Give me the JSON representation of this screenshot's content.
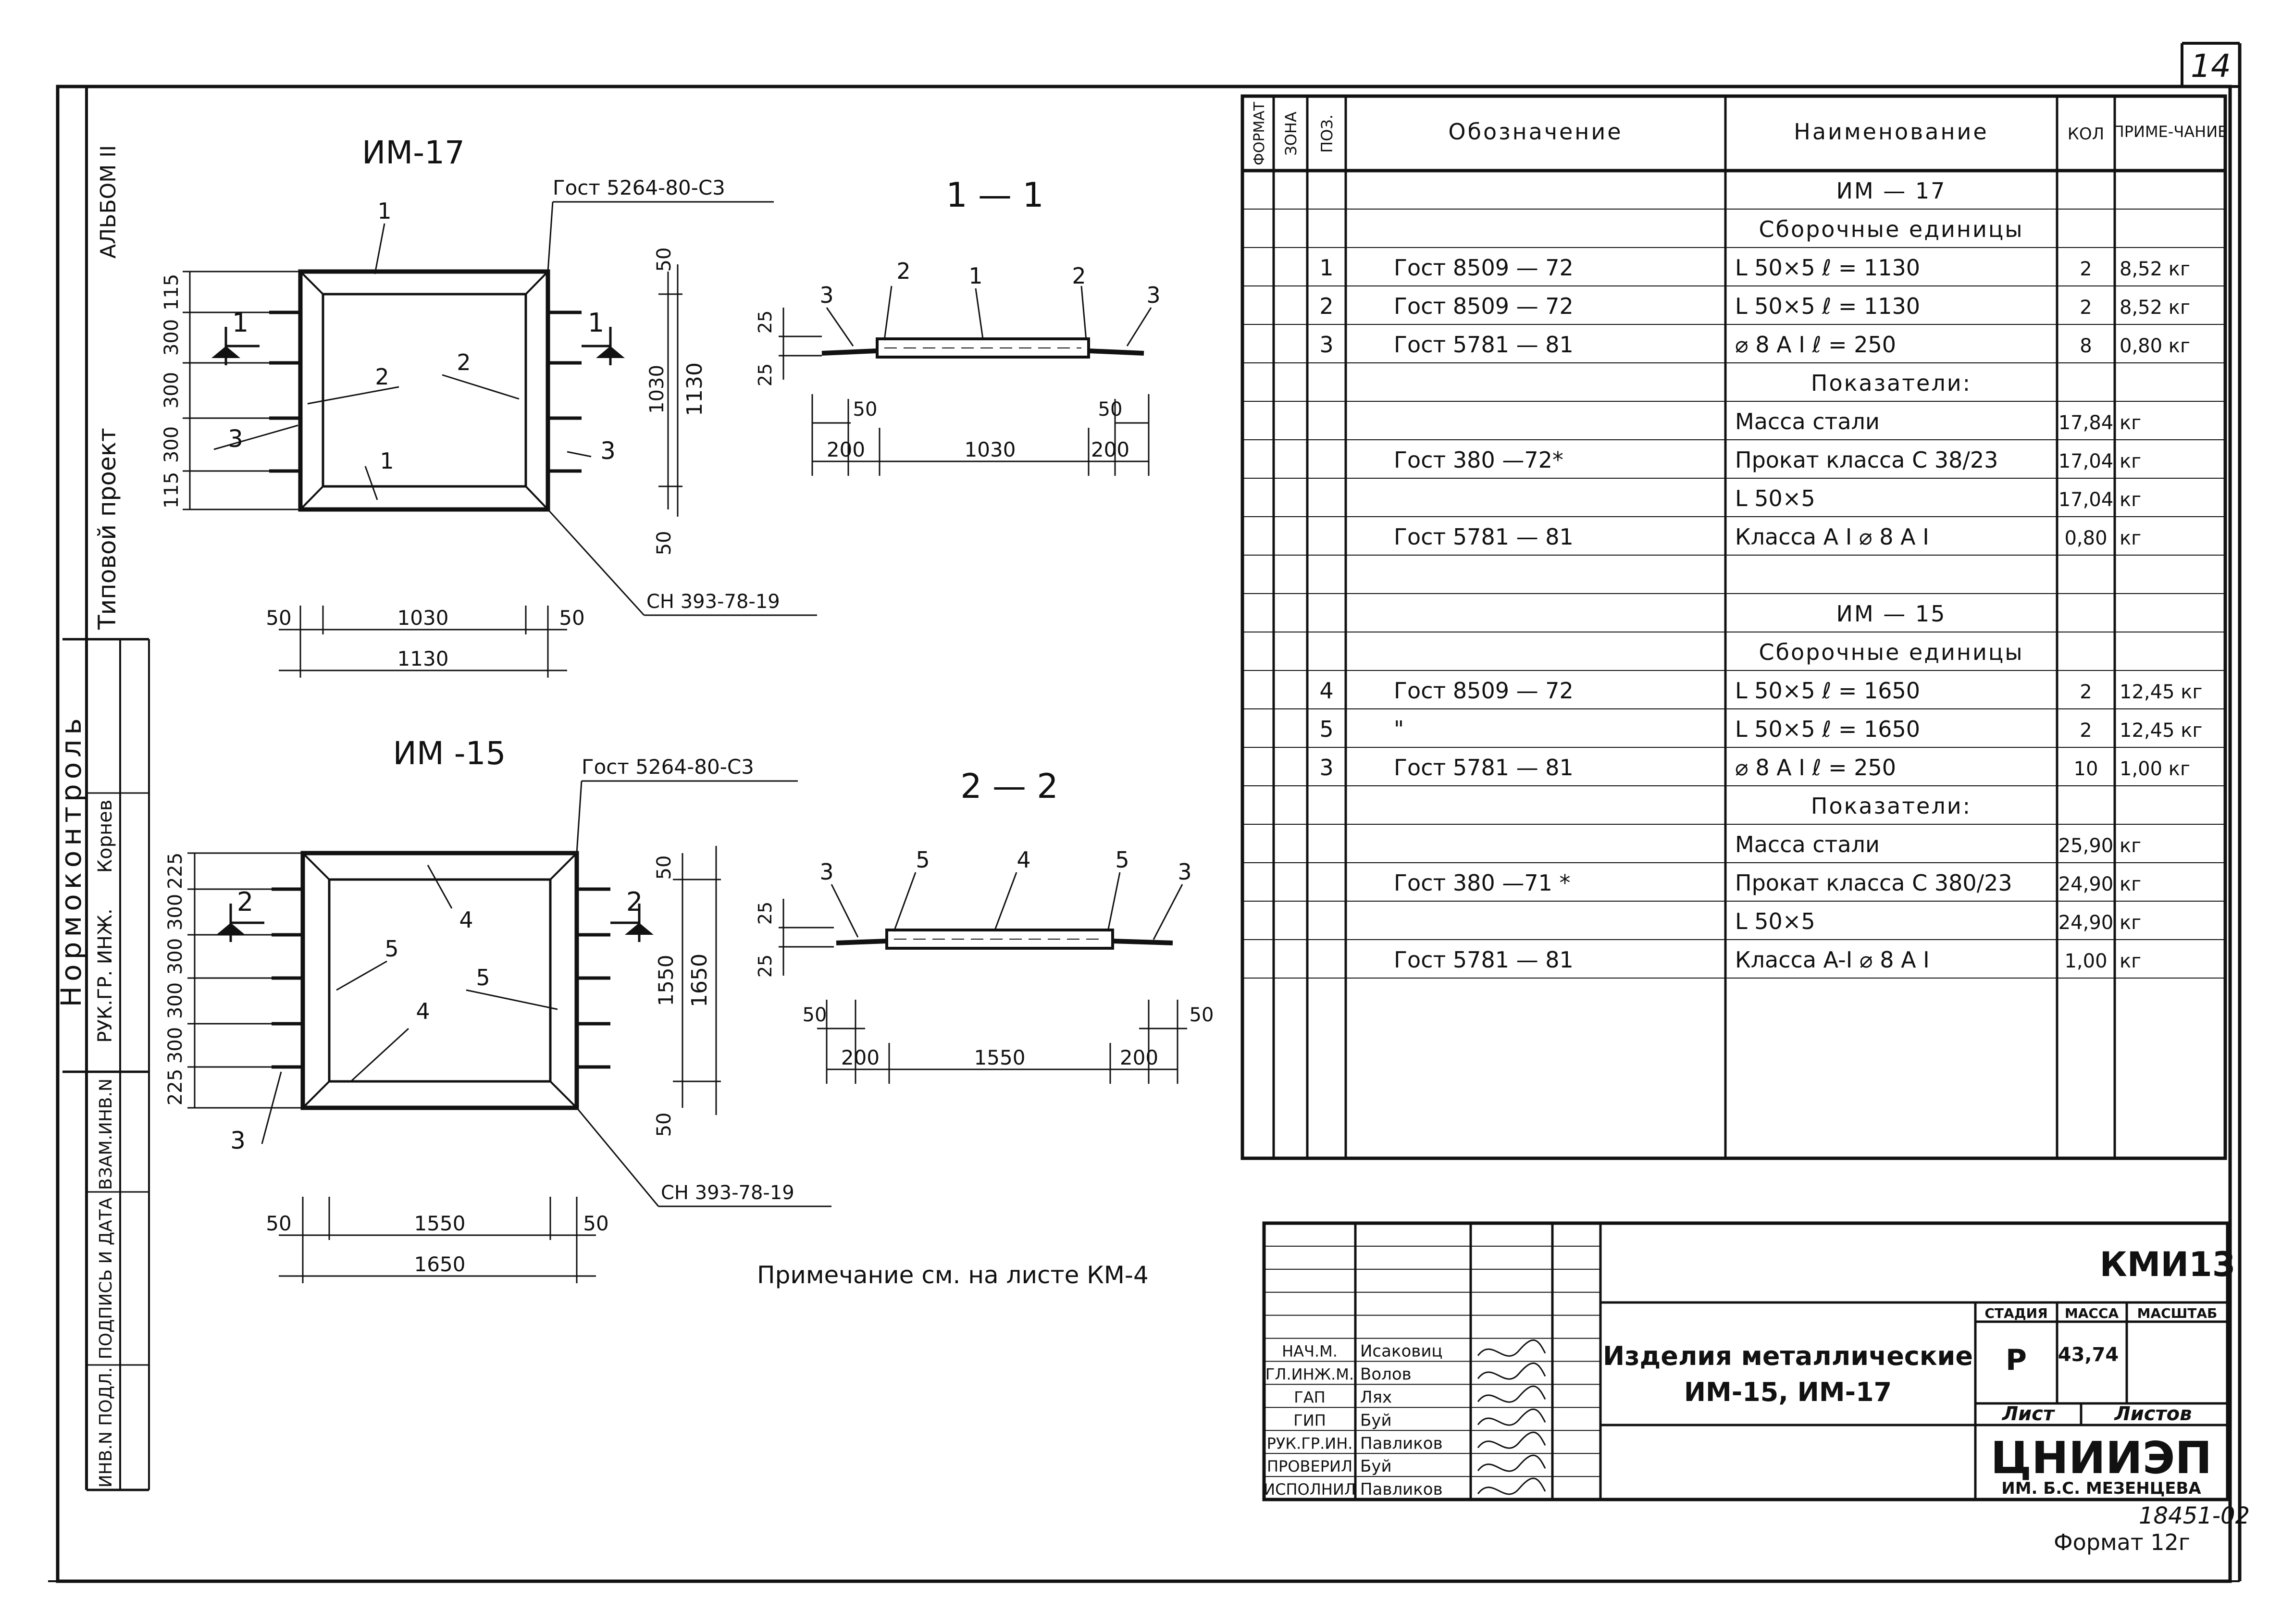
{
  "sheet_number": "14",
  "left_margin": {
    "album": "АЛЬБОМ II",
    "project_type": "Типовой проект",
    "normocontrol": "Нормоконтроль",
    "ruk_role": "РУК.ГР. ИНЖ.",
    "ruk_name": "Корнев",
    "fields": [
      "ВЗАМ.ИНВ.N",
      "ПОДПИСЬ И ДАТА",
      "ИНВ.N ПОДЛ."
    ]
  },
  "drawings": {
    "im17": {
      "title": "ИМ-17",
      "gost_weld": "Гост 5264-80-С3",
      "sn_ref": "СН 393-78-19",
      "left_dims": [
        "115",
        "300",
        "300",
        "300",
        "115"
      ],
      "right_dims": [
        "50",
        "1030",
        "1130",
        "50"
      ],
      "bottom_dims": [
        "50",
        "1030",
        "50",
        "1130"
      ],
      "callouts": [
        "1",
        "1",
        "2",
        "2",
        "3",
        "3",
        "1",
        "1"
      ]
    },
    "sec11": {
      "title": "1 — 1",
      "callouts": [
        "3",
        "2",
        "1",
        "2",
        "3"
      ],
      "dims": [
        "25",
        "25",
        "50",
        "50",
        "200",
        "1030",
        "200"
      ]
    },
    "im15": {
      "title": "ИМ -15",
      "gost_weld": "Гост 5264-80-С3",
      "sn_ref": "СН 393-78-19",
      "left_dims": [
        "225",
        "300",
        "300",
        "300",
        "300",
        "225"
      ],
      "right_dims": [
        "50",
        "1550",
        "1650",
        "50"
      ],
      "bottom_dims": [
        "50",
        "1550",
        "50",
        "1650"
      ],
      "callouts": [
        "4",
        "5",
        "5",
        "4",
        "3",
        "2",
        "2"
      ]
    },
    "sec22": {
      "title": "2 — 2",
      "callouts": [
        "3",
        "5",
        "4",
        "5",
        "3"
      ],
      "dims": [
        "25",
        "25",
        "50",
        "50",
        "200",
        "1550",
        "200"
      ]
    }
  },
  "note": "Примечание см. на листе КМ-4",
  "spec_table": {
    "headers": [
      "ФОРМАТ",
      "ЗОНА",
      "ПОЗ.",
      "Обозначение",
      "Наименование",
      "КОЛ",
      "ПРИМЕ-ЧАНИЕ"
    ],
    "rows": [
      {
        "poz": "",
        "oboz": "",
        "name": "ИМ — 17",
        "kol": "",
        "prim": ""
      },
      {
        "poz": "",
        "oboz": "",
        "name": "Сборочные единицы",
        "kol": "",
        "prim": ""
      },
      {
        "poz": "1",
        "oboz": "Гост 8509 — 72",
        "name": "L 50×5    ℓ = 1130",
        "kol": "2",
        "prim": "8,52 кг"
      },
      {
        "poz": "2",
        "oboz": "Гост 8509 — 72",
        "name": "L 50×5    ℓ = 1130",
        "kol": "2",
        "prim": "8,52 кг"
      },
      {
        "poz": "3",
        "oboz": "Гост 5781 — 81",
        "name": "⌀ 8 A I    ℓ = 250",
        "kol": "8",
        "prim": "0,80 кг"
      },
      {
        "poz": "",
        "oboz": "",
        "name": "Показатели:",
        "kol": "",
        "prim": ""
      },
      {
        "poz": "",
        "oboz": "",
        "name": "Масса стали",
        "kol": "17,84",
        "prim": "кг"
      },
      {
        "poz": "",
        "oboz": "Гост 380 —72*",
        "name": "Прокат класса С 38/23",
        "kol": "17,04",
        "prim": "кг"
      },
      {
        "poz": "",
        "oboz": "",
        "name": "L 50×5",
        "kol": "17,04",
        "prim": "кг"
      },
      {
        "poz": "",
        "oboz": "Гост 5781 — 81",
        "name": "Класса A I  ⌀ 8 A I",
        "kol": "0,80",
        "prim": "кг"
      },
      {
        "poz": "",
        "oboz": "",
        "name": "",
        "kol": "",
        "prim": ""
      },
      {
        "poz": "",
        "oboz": "",
        "name": "ИМ — 15",
        "kol": "",
        "prim": ""
      },
      {
        "poz": "",
        "oboz": "",
        "name": "Сборочные единицы",
        "kol": "",
        "prim": ""
      },
      {
        "poz": "4",
        "oboz": "Гост 8509 — 72",
        "name": "L 50×5    ℓ = 1650",
        "kol": "2",
        "prim": "12,45 кг"
      },
      {
        "poz": "5",
        "oboz": "\"",
        "name": "L 50×5    ℓ = 1650",
        "kol": "2",
        "prim": "12,45 кг"
      },
      {
        "poz": "3",
        "oboz": "Гост 5781 — 81",
        "name": "⌀ 8 A I    ℓ = 250",
        "kol": "10",
        "prim": "1,00 кг"
      },
      {
        "poz": "",
        "oboz": "",
        "name": "Показатели:",
        "kol": "",
        "prim": ""
      },
      {
        "poz": "",
        "oboz": "",
        "name": "Масса стали",
        "kol": "25,90",
        "prim": "кг"
      },
      {
        "poz": "",
        "oboz": "Гост 380 —71 *",
        "name": "Прокат класса С 380/23",
        "kol": "24,90",
        "prim": "кг"
      },
      {
        "poz": "",
        "oboz": "",
        "name": "L 50×5",
        "kol": "24,90",
        "prim": "кг"
      },
      {
        "poz": "",
        "oboz": "Гост 5781 — 81",
        "name": "Класса A-I  ⌀ 8 A I",
        "kol": "1,00",
        "prim": "кг"
      }
    ]
  },
  "title_block": {
    "code": "КМИ13",
    "people": [
      {
        "role": "НАЧ.М.",
        "name": "Исаковиц"
      },
      {
        "role": "ГЛ.ИНЖ.М.",
        "name": "Волов"
      },
      {
        "role": "ГАП",
        "name": "Лях"
      },
      {
        "role": "ГИП",
        "name": "Буй"
      },
      {
        "role": "РУК.ГР.ИН.",
        "name": "Павликов"
      },
      {
        "role": "ПРОВЕРИЛ",
        "name": "Буй"
      },
      {
        "role": "ИСПОЛНИЛ",
        "name": "Павликов"
      }
    ],
    "title_line1": "Изделия металлические",
    "title_line2": "ИМ-15, ИМ-17",
    "stage_label": "СТАДИЯ",
    "mass_label": "МАССА",
    "scale_label": "МАСШТАБ",
    "stage": "Р",
    "mass": "43,74",
    "sheet_label": "Лист",
    "sheets_label": "Листов",
    "org_name": "ЦНИИЭП",
    "org_sub": "ИМ. Б.С. МЕЗЕНЦЕВА",
    "inv_number": "18451-02",
    "format": "Формат 12г"
  }
}
